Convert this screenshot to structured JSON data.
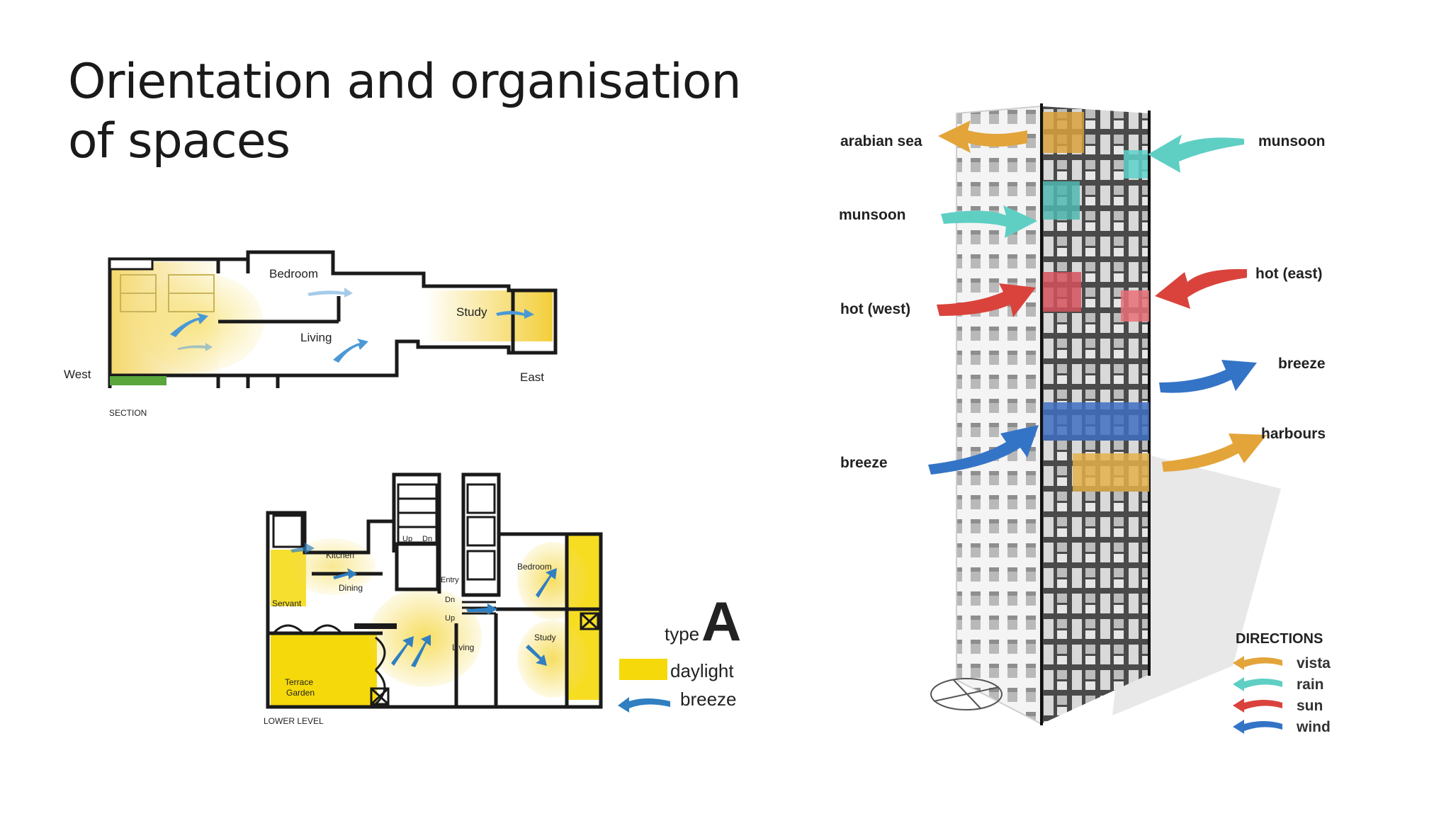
{
  "slide": {
    "title": "Orientation and organisation of spaces"
  },
  "section_drawing": {
    "rooms": {
      "bedroom": "Bedroom",
      "living": "Living",
      "study": "Study"
    },
    "west": "West",
    "east": "East",
    "caption": "SECTION"
  },
  "plan_drawing": {
    "rooms": {
      "kitchen": "Kitchen",
      "dining": "Dining",
      "servant": "Servant",
      "terrace_line1": "Terrace",
      "terrace_line2": "Garden",
      "living": "Living",
      "bedroom": "Bedroom",
      "study": "Study",
      "entry": "Entry",
      "up1": "Up",
      "dn1": "Dn",
      "dn2": "Dn",
      "up2": "Up"
    },
    "caption": "LOWER LEVEL",
    "type_prefix": "type",
    "type_letter": "A",
    "legend": {
      "daylight": "daylight",
      "breeze": "breeze"
    },
    "colors": {
      "daylight": "#f5d90a",
      "breeze": "#2f7fc1"
    }
  },
  "tower_diagram": {
    "labels": {
      "arabian_sea": "arabian sea",
      "munsoon_left": "munsoon",
      "hot_west": "hot (west)",
      "breeze_left": "breeze",
      "munsoon_right": "munsoon",
      "hot_east": "hot (east)",
      "breeze_right": "breeze",
      "harbours": "harbours"
    },
    "directions_title": "DIRECTIONS",
    "directions": [
      {
        "label": "vista",
        "color": "#e3a43a"
      },
      {
        "label": "rain",
        "color": "#5fcfc4"
      },
      {
        "label": "sun",
        "color": "#d9433c"
      },
      {
        "label": "wind",
        "color": "#3474c6"
      }
    ]
  }
}
